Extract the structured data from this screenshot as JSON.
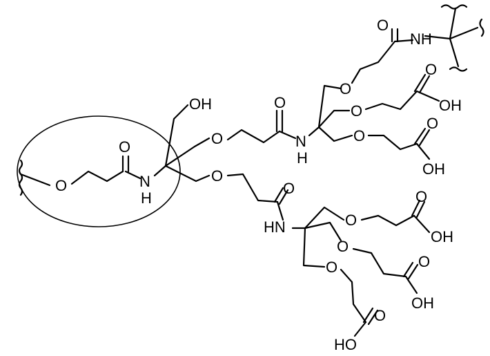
{
  "atoms": {
    "OH": "OH",
    "O": "O",
    "NH": "NH",
    "HN": "HN",
    "HO": "HO",
    "N": "N",
    "H": "H"
  },
  "colors": {
    "ink": "#000000",
    "background": "#ffffff"
  }
}
